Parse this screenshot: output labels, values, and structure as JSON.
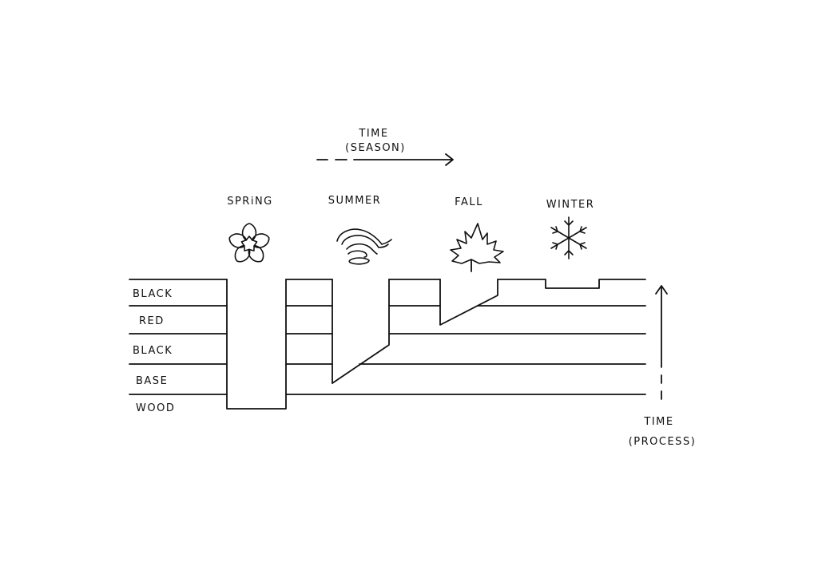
{
  "time_season": {
    "line1": "TIME",
    "line2": "(SEASON)"
  },
  "time_process": {
    "line1": "TIME",
    "line2": "(PROCESS)"
  },
  "seasons": [
    {
      "label": "SPRiNG",
      "icon": "cherry-blossom-icon"
    },
    {
      "label": "SUMMER",
      "icon": "wave-icon"
    },
    {
      "label": "FALL",
      "icon": "maple-leaf-icon"
    },
    {
      "label": "WINTER",
      "icon": "snowflake-icon"
    }
  ],
  "layers": [
    {
      "label": "BLACK"
    },
    {
      "label": "RED"
    },
    {
      "label": "BLACK"
    },
    {
      "label": "BASE"
    },
    {
      "label": "WOOD"
    }
  ],
  "colors": {
    "ink": "#111111",
    "paper": "#ffffff"
  }
}
